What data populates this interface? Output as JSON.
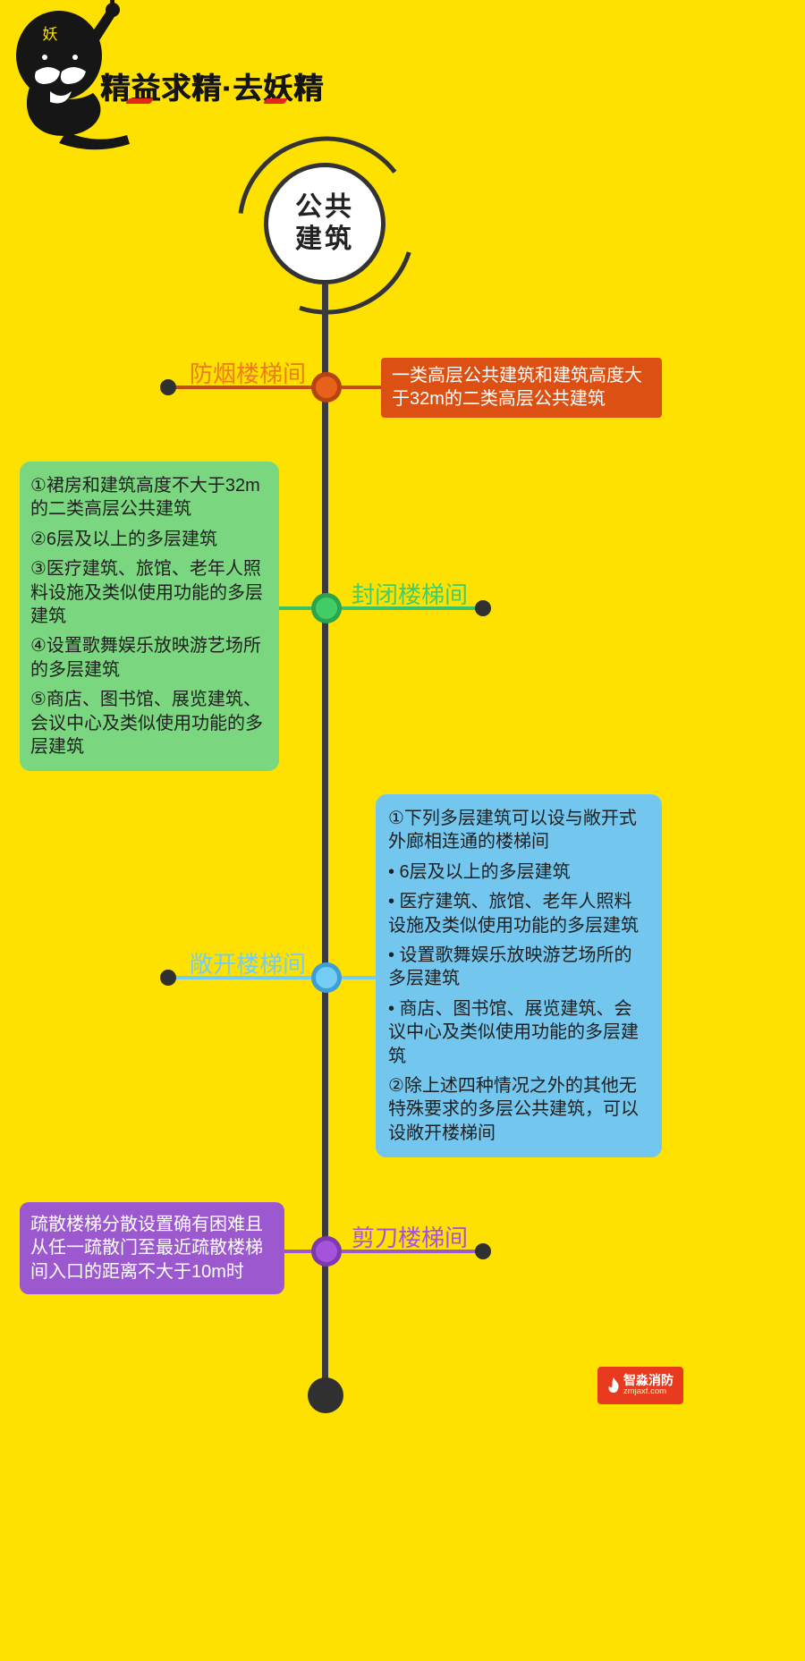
{
  "page": {
    "background": "#FFE100"
  },
  "header": {
    "title": "精益求精·去妖精",
    "mascot_char": "妖",
    "accent_color": "#E4271C"
  },
  "root": {
    "line1": "公共",
    "line2": "建筑"
  },
  "branches": [
    {
      "label": "防烟楼梯间",
      "label_color": "#EF7C1C",
      "line_color": "#C64A15",
      "node_fill": "#E8611A",
      "node_ring": "#B74312",
      "box_bg": "#DD5013",
      "box_fg": "#FFFFFF",
      "paragraphs": [
        "一类高层公共建筑和建筑高度大于32m的二类高层公共建筑"
      ]
    },
    {
      "label": "封闭楼梯间",
      "label_color": "#43CD66",
      "line_color": "#3CC363",
      "node_fill": "#43CD66",
      "node_ring": "#2AA44D",
      "box_bg": "#7AD77F",
      "box_fg": "#1F1F1F",
      "paragraphs": [
        "①裙房和建筑高度不大于32m的二类高层公共建筑",
        "②6层及以上的多层建筑",
        "③医疗建筑、旅馆、老年人照料设施及类似使用功能的多层建筑",
        "④设置歌舞娱乐放映游艺场所的多层建筑",
        "⑤商店、图书馆、展览建筑、会议中心及类似使用功能的多层建筑"
      ]
    },
    {
      "label": "敞开楼梯间",
      "label_color": "#74CDF4",
      "line_color": "#74CDF4",
      "node_fill": "#74CDF4",
      "node_ring": "#3E9FD6",
      "box_bg": "#73C6EE",
      "box_fg": "#1F1F1F",
      "paragraphs": [
        "①下列多层建筑可以设与敞开式外廊相连通的楼梯间",
        "• 6层及以上的多层建筑",
        "• 医疗建筑、旅馆、老年人照料设施及类似使用功能的多层建筑",
        "• 设置歌舞娱乐放映游艺场所的多层建筑",
        "• 商店、图书馆、展览建筑、会议中心及类似使用功能的多层建筑",
        "②除上述四种情况之外的其他无特殊要求的多层公共建筑，可以设敞开楼梯间"
      ]
    },
    {
      "label": "剪刀楼梯间",
      "label_color": "#A653DB",
      "line_color": "#9B59CF",
      "node_fill": "#A653DB",
      "node_ring": "#7C3AAE",
      "box_bg": "#9C59CF",
      "box_fg": "#FFFFFF",
      "paragraphs": [
        "疏散楼梯分散设置确有困难且从任一疏散门至最近疏散楼梯间入口的距离不大于10m时"
      ]
    }
  ],
  "footer": {
    "brand": "智淼消防",
    "site": "zmjaxf.com"
  }
}
